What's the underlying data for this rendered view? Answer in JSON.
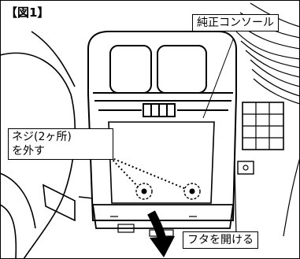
{
  "figure": {
    "title": "【図1】",
    "labels": {
      "console": "純正コンソール",
      "screws_line1": "ネジ(2ヶ所)",
      "screws_line2": "を外す",
      "open_lid": "フタを開ける"
    }
  }
}
